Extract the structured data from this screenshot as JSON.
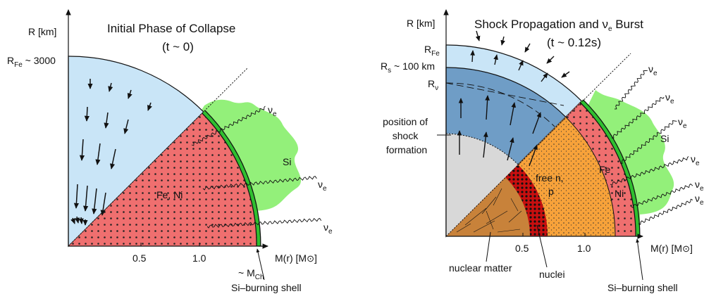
{
  "left_panel": {
    "title": "Initial Phase of Collapse",
    "subtitle": "(t ~ 0)",
    "y_axis_label": "R [km]",
    "r_fe_label": "R",
    "r_fe_sub": "Fe",
    "r_fe_value": " ~ 3000",
    "x_axis_label": "M(r) [M",
    "x_axis_sun": "⊙",
    "x_axis_close": "]",
    "tick_0_5": "0.5",
    "tick_1_0": "1.0",
    "mch_prefix": "~ M",
    "mch_sub": "Ch",
    "region_core": "Fe, Ni",
    "region_si": "Si",
    "neutrino_symbol": "ν",
    "neutrino_sub": "e",
    "shell_label": "Si–burning shell"
  },
  "right_panel": {
    "title": "Shock Propagation and ν",
    "title_sub": "e",
    "title_end": " Burst",
    "subtitle": "(t ~ 0.12s)",
    "y_axis_label": "R [km]",
    "r_fe_label": "R",
    "r_fe_sub": "Fe",
    "r_s_label": "R",
    "r_s_sub": "s",
    "r_s_value": " ~ 100 km",
    "r_nu_label": "R",
    "r_nu_sub": "ν",
    "shock_formation": [
      "position of",
      "shock",
      "formation"
    ],
    "region_free_n": "free n,",
    "region_p": "p",
    "region_fe": "Fe",
    "region_ni": "Ni",
    "region_si": "Si",
    "x_axis_label": "M(r) [M",
    "x_axis_sun": "⊙",
    "x_axis_close": "]",
    "tick_0_5": "0.5",
    "tick_1_0": "1.0",
    "nuclear_matter": "nuclear matter",
    "nuclei": "nuclei",
    "shell_label": "Si–burning shell",
    "neutrino_symbol": "ν",
    "neutrino_sub": "e"
  },
  "colors": {
    "iron_blue": "#c9e5f7",
    "shock_blue": "#6f9dc6",
    "core_red": "#ef6f6f",
    "si_green": "#93f07a",
    "shell_green": "#2fbf2f",
    "free_orange": "#f7a23a",
    "nuclei_dark": "#c80f0f",
    "nuclear_brown": "#c8823a",
    "inner_grey": "#d8d8d8"
  }
}
